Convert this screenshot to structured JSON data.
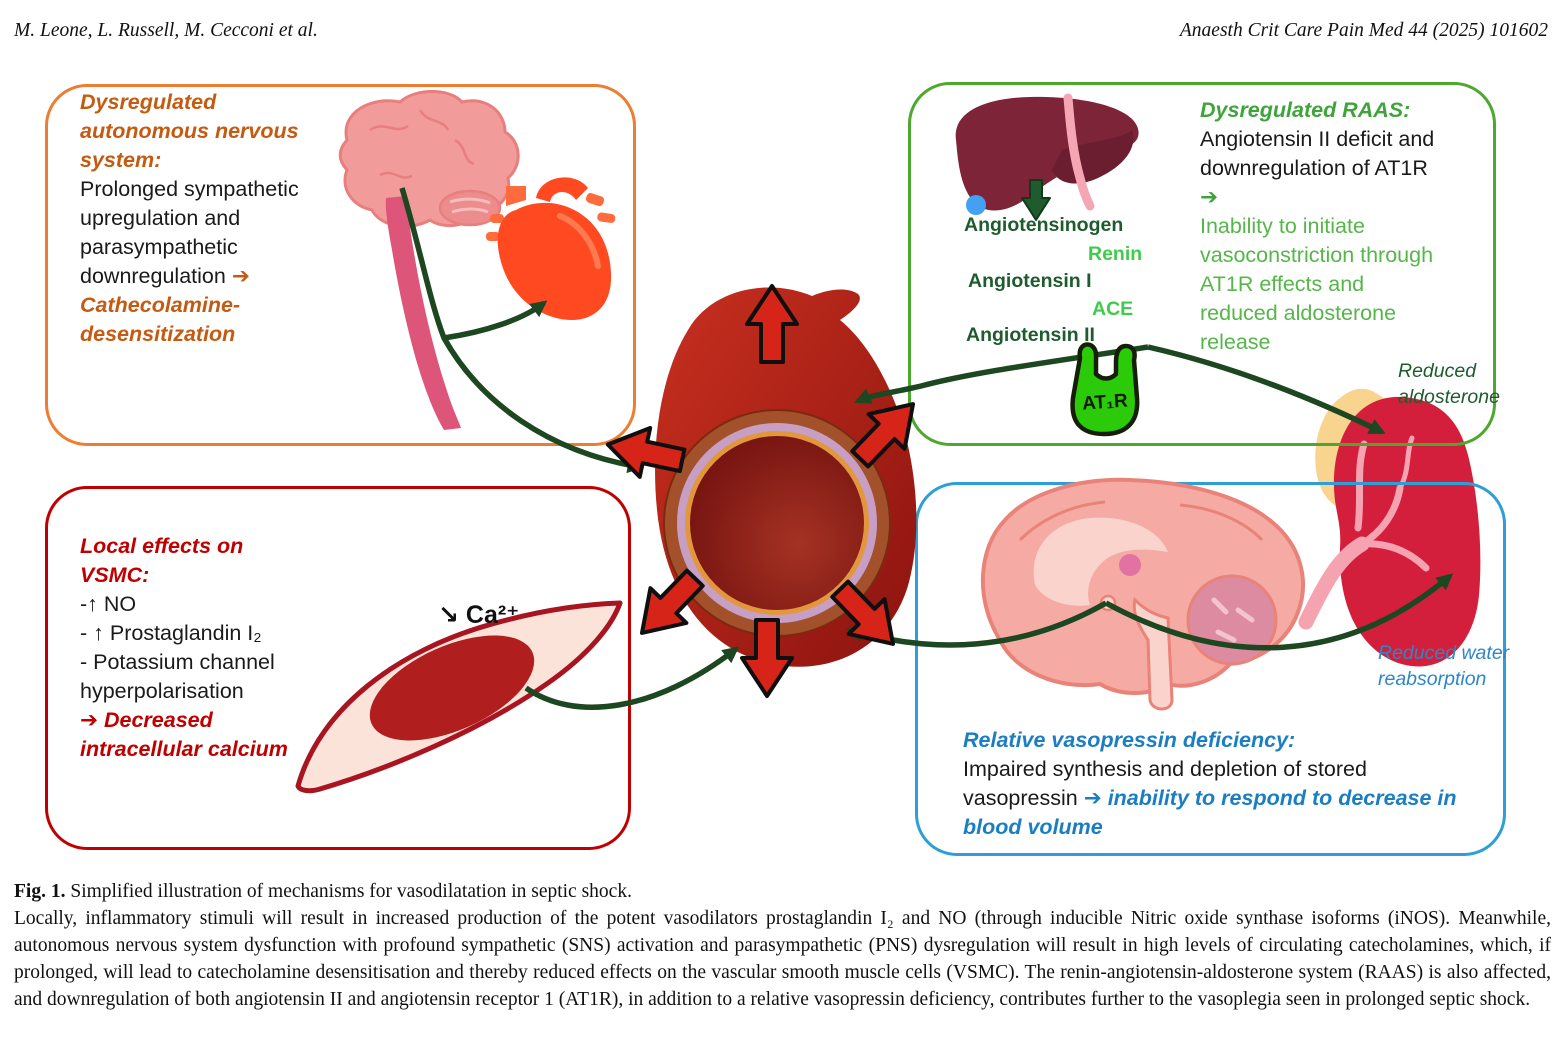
{
  "header": {
    "authors": "M. Leone, L. Russell, M. Cecconi et al.",
    "journal": "Anaesth Crit Care Pain Med 44 (2025) 101602"
  },
  "figure": {
    "ans_box": {
      "heading": "Dysregulated autonomous nervous system:",
      "body": "Prolonged sympathetic upregulation and parasympathetic downregulation ",
      "arrow": "➔",
      "emphasis": "Cathecolamine-desensitization"
    },
    "raas_box": {
      "heading": "Dysregulated RAAS:",
      "body": "Angiotensin II deficit and downregulation of AT1R",
      "arrow": "➔",
      "emphasis": "Inability to initiate vasoconstriction through AT1R effects and reduced aldosterone release",
      "cascade": {
        "angiotensinogen": "Angiotensinogen",
        "renin": "Renin",
        "angiotensin_i": "Angiotensin I",
        "ace": "ACE",
        "angiotensin_ii": "Angiotensin II",
        "receptor": "AT₁R"
      },
      "aldosterone_note": "Reduced aldosterone"
    },
    "vsmc_box": {
      "heading": "Local effects on VSMC:",
      "items": [
        "-↑ NO",
        "- ↑ Prostaglandin I₂",
        "- Potassium channel hyperpolarisation"
      ],
      "arrow": "➔",
      "emphasis": " Decreased intracellular calcium",
      "calcium_label": "↘ Ca²⁺"
    },
    "vasopressin_box": {
      "heading": "Relative vasopressin deficiency:",
      "body": "Impaired synthesis and depletion of stored vasopressin ",
      "arrow": "➔",
      "emphasis": " inability to respond to decrease in blood volume",
      "water_note": "Reduced water reabsorption"
    }
  },
  "caption": {
    "label": "Fig. 1.",
    "title": " Simplified illustration of mechanisms for vasodilatation in septic shock.",
    "body": "Locally, inflammatory stimuli will result in increased production of the potent vasodilators prostaglandin I₂ and NO (through inducible Nitric oxide synthase isoforms (iNOS). Meanwhile, autonomous nervous system dysfunction with profound sympathetic (SNS) activation and parasympathetic (PNS) dysregulation will result in high levels of circulating catecholamines, which, if prolonged, will lead to catecholamine desensitisation and thereby reduced effects on the vascular smooth muscle cells (VSMC). The renin-angiotensin-aldosterone system (RAAS) is also affected, and downregulation of both angiotensin II and angiotensin receptor 1 (AT1R), in addition to a relative vasopressin deficiency, contributes further to the vasoplegia seen in prolonged septic shock."
  },
  "colors": {
    "orange_border": "#ED7D31",
    "red_border": "#C00000",
    "green_border": "#4EA72E",
    "blue_border": "#2E9FD4",
    "dark_green_text": "#1E5C2E",
    "bright_green_text": "#3FCB4B",
    "connector_green": "#1C4720",
    "arrow_red": "#D62418"
  }
}
